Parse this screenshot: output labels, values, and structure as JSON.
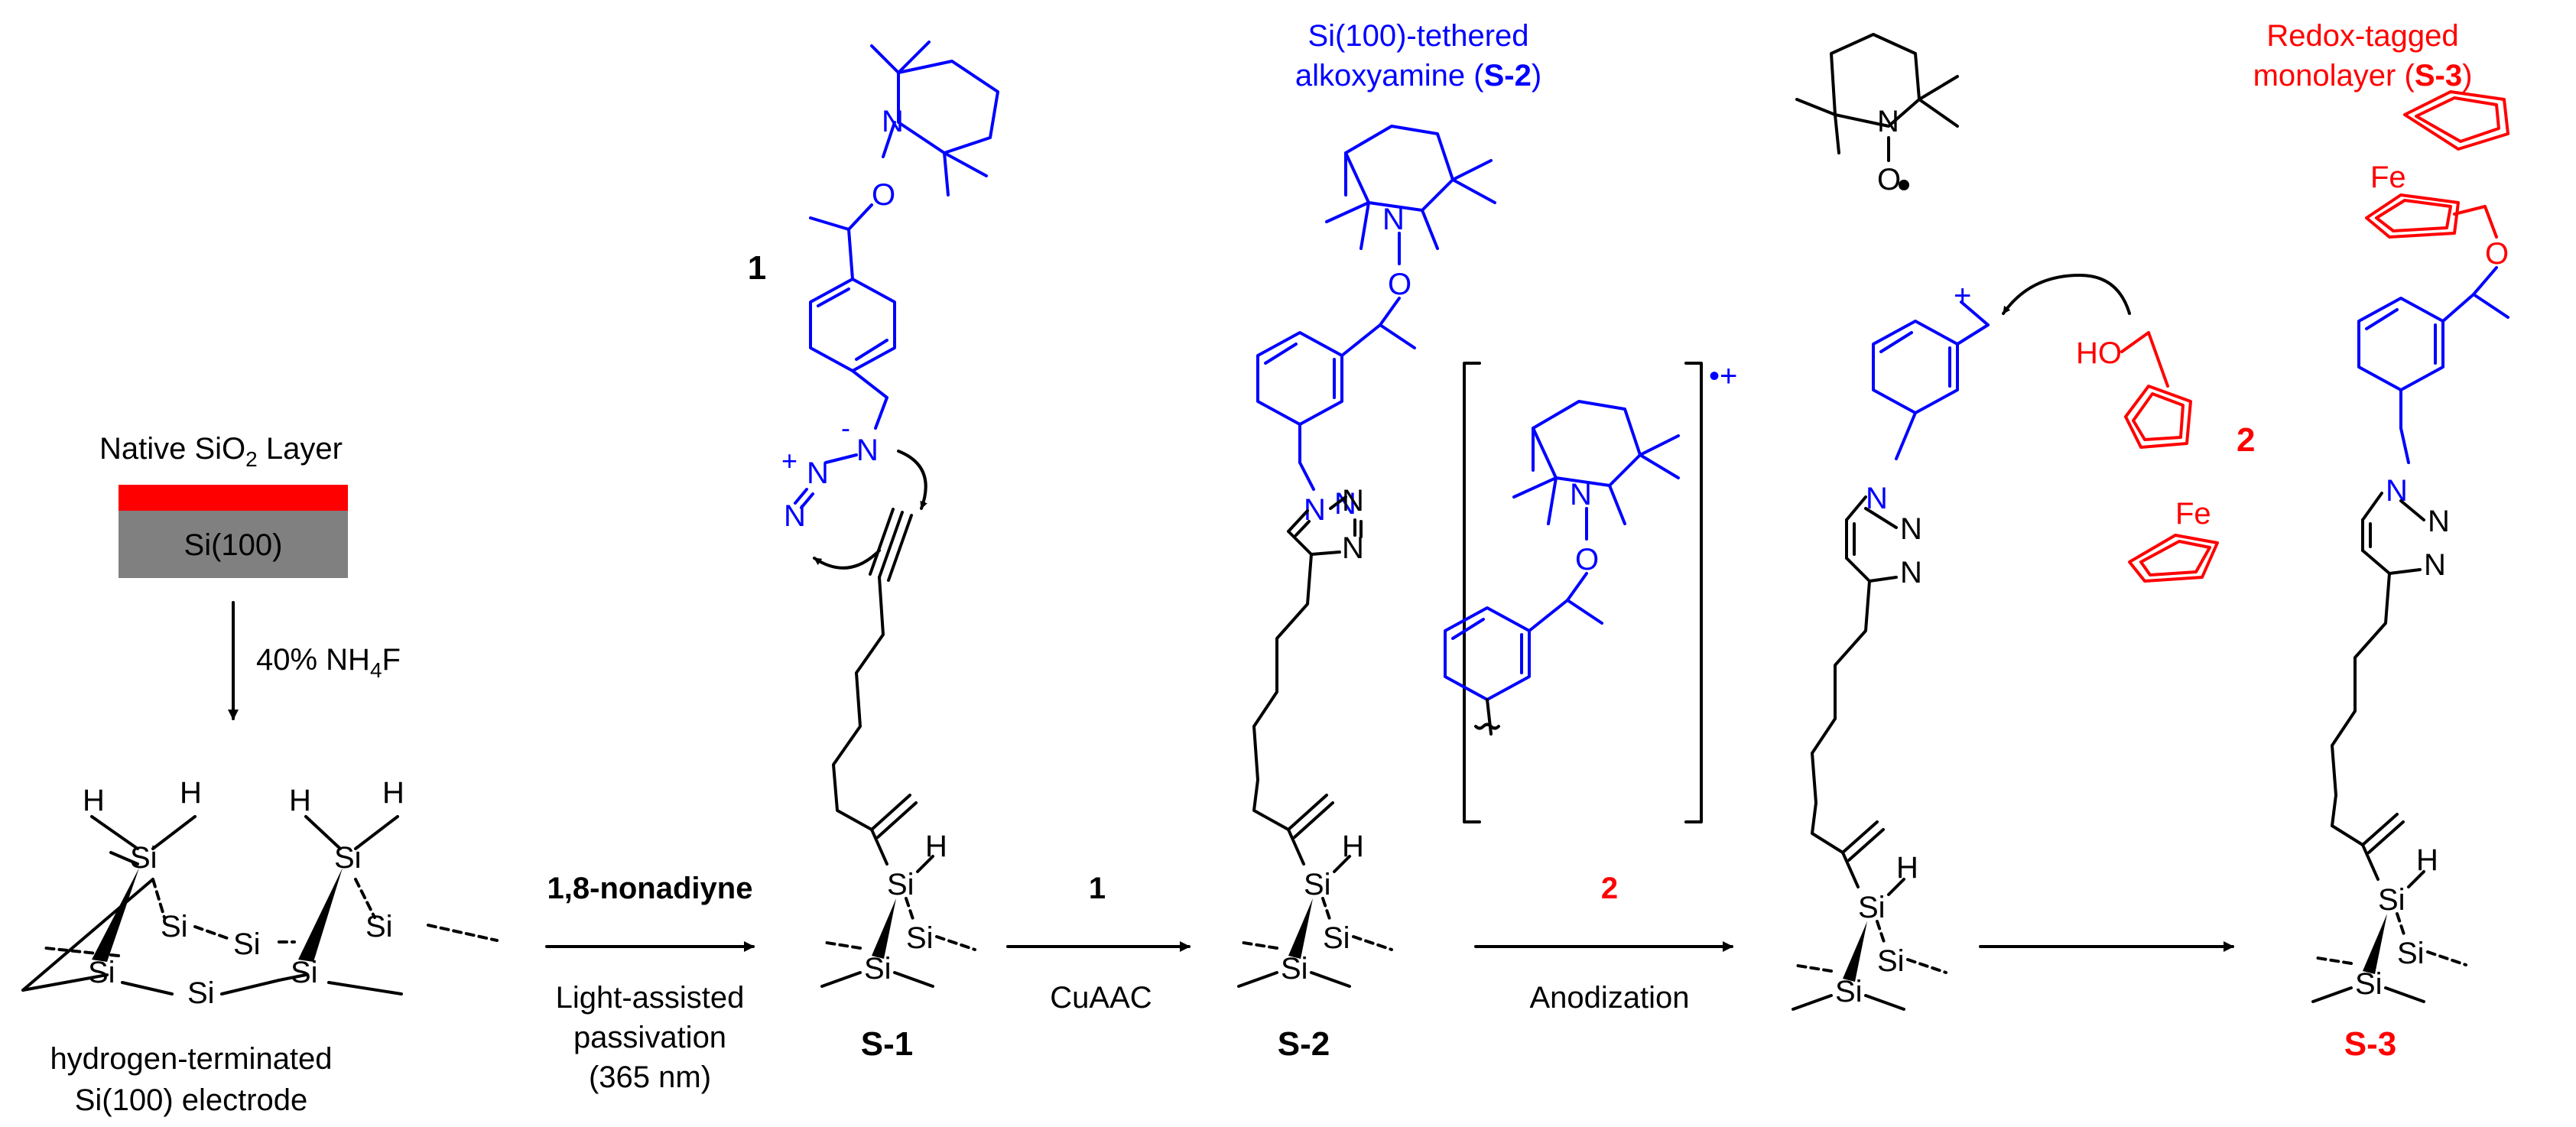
{
  "colors": {
    "blue": "#0000ff",
    "red": "#ff0000",
    "black": "#000000",
    "oxide": "#ff0000",
    "silicon": "#808080"
  },
  "wafer": {
    "title_prefix": "Native SiO",
    "title_sub": "2",
    "title_suffix": " Layer",
    "substrate": "Si(100)",
    "reagent_prefix": "40% NH",
    "reagent_sub": "4",
    "reagent_suffix": "F",
    "caption_line1": "hydrogen-terminated",
    "caption_line2": "Si(100) electrode"
  },
  "atoms": {
    "si": "Si",
    "h": "H",
    "n": "N",
    "o": "O",
    "fe": "Fe",
    "ho": "HO",
    "plus": "+",
    "minus": "-"
  },
  "steps": [
    {
      "reagent": "1,8-nonadiyne",
      "line1": "Light-assisted",
      "line2": "passivation",
      "line3": "(365 nm)"
    },
    {
      "reagent": "1",
      "note": "CuAAC"
    },
    {
      "reagent": "2",
      "note": "Anodization"
    }
  ],
  "compounds": {
    "c1": "1",
    "s1": "S-1",
    "s2": "S-2",
    "s2_title_line1": "Si(100)-tethered",
    "s2_title_line2_prefix": "alkoxyamine (",
    "s2_title_line2_bold": "S-2",
    "s2_title_line2_suffix": ")",
    "s3": "S-3",
    "s3_title_line1": "Redox-tagged",
    "s3_title_line2_prefix": "monolayer (",
    "s3_title_line2_bold": "S-3",
    "s3_title_line2_suffix": ")",
    "c2": "2",
    "radical_cation": "•+"
  }
}
